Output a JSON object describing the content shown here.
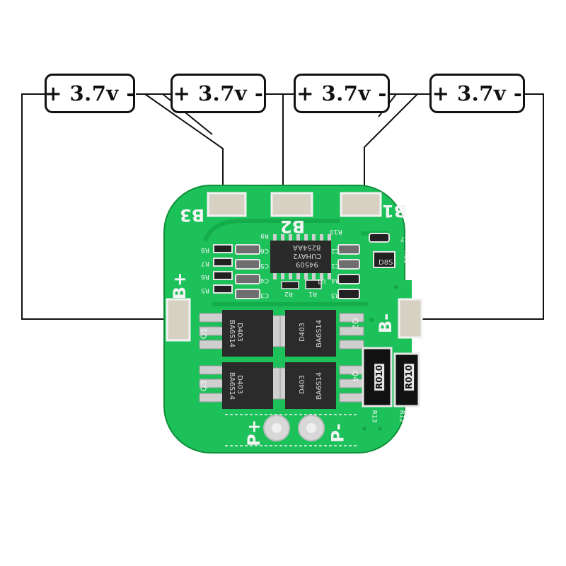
{
  "cell_labels": [
    "+ 3.7v -",
    "+ 3.7v -",
    "+ 3.7v -",
    "+ 3.7v -"
  ],
  "pads": {
    "b3": "B3",
    "b2": "B2",
    "b1": "B1",
    "b_plus": "B+",
    "b_minus": "B-",
    "p_plus": "P+",
    "p_minus": "P-"
  },
  "mosfets": {
    "q1": "Q1",
    "q2": "Q2",
    "q3": "Q3",
    "q4": "Q4",
    "line1": "D403",
    "line2": "BA6S14"
  },
  "ic": {
    "line1": "8254AA",
    "line2": "CUHAY2",
    "line3": "94509"
  },
  "components": {
    "r9": "R9",
    "r8": "R8",
    "r7": "R7",
    "r6": "R6",
    "r5": "R5",
    "c6": "C6",
    "c5": "C5",
    "c4": "C4",
    "c3": "C3",
    "r10": "R10",
    "c2": "C2",
    "c1": "C1",
    "r4": "R4",
    "r3": "R3",
    "r2": "R2",
    "r1": "R1",
    "u1": "U1",
    "c7": "C7",
    "r11": "R11",
    "d8s": "D8S",
    "r13": "R13",
    "r12": "R12"
  },
  "shunts": [
    "R010",
    "R010"
  ],
  "colors": {
    "pcb": "#1cc15a",
    "pcb_dark": "#13a446",
    "pad": "#c9c4b7",
    "wire": "#111111"
  }
}
